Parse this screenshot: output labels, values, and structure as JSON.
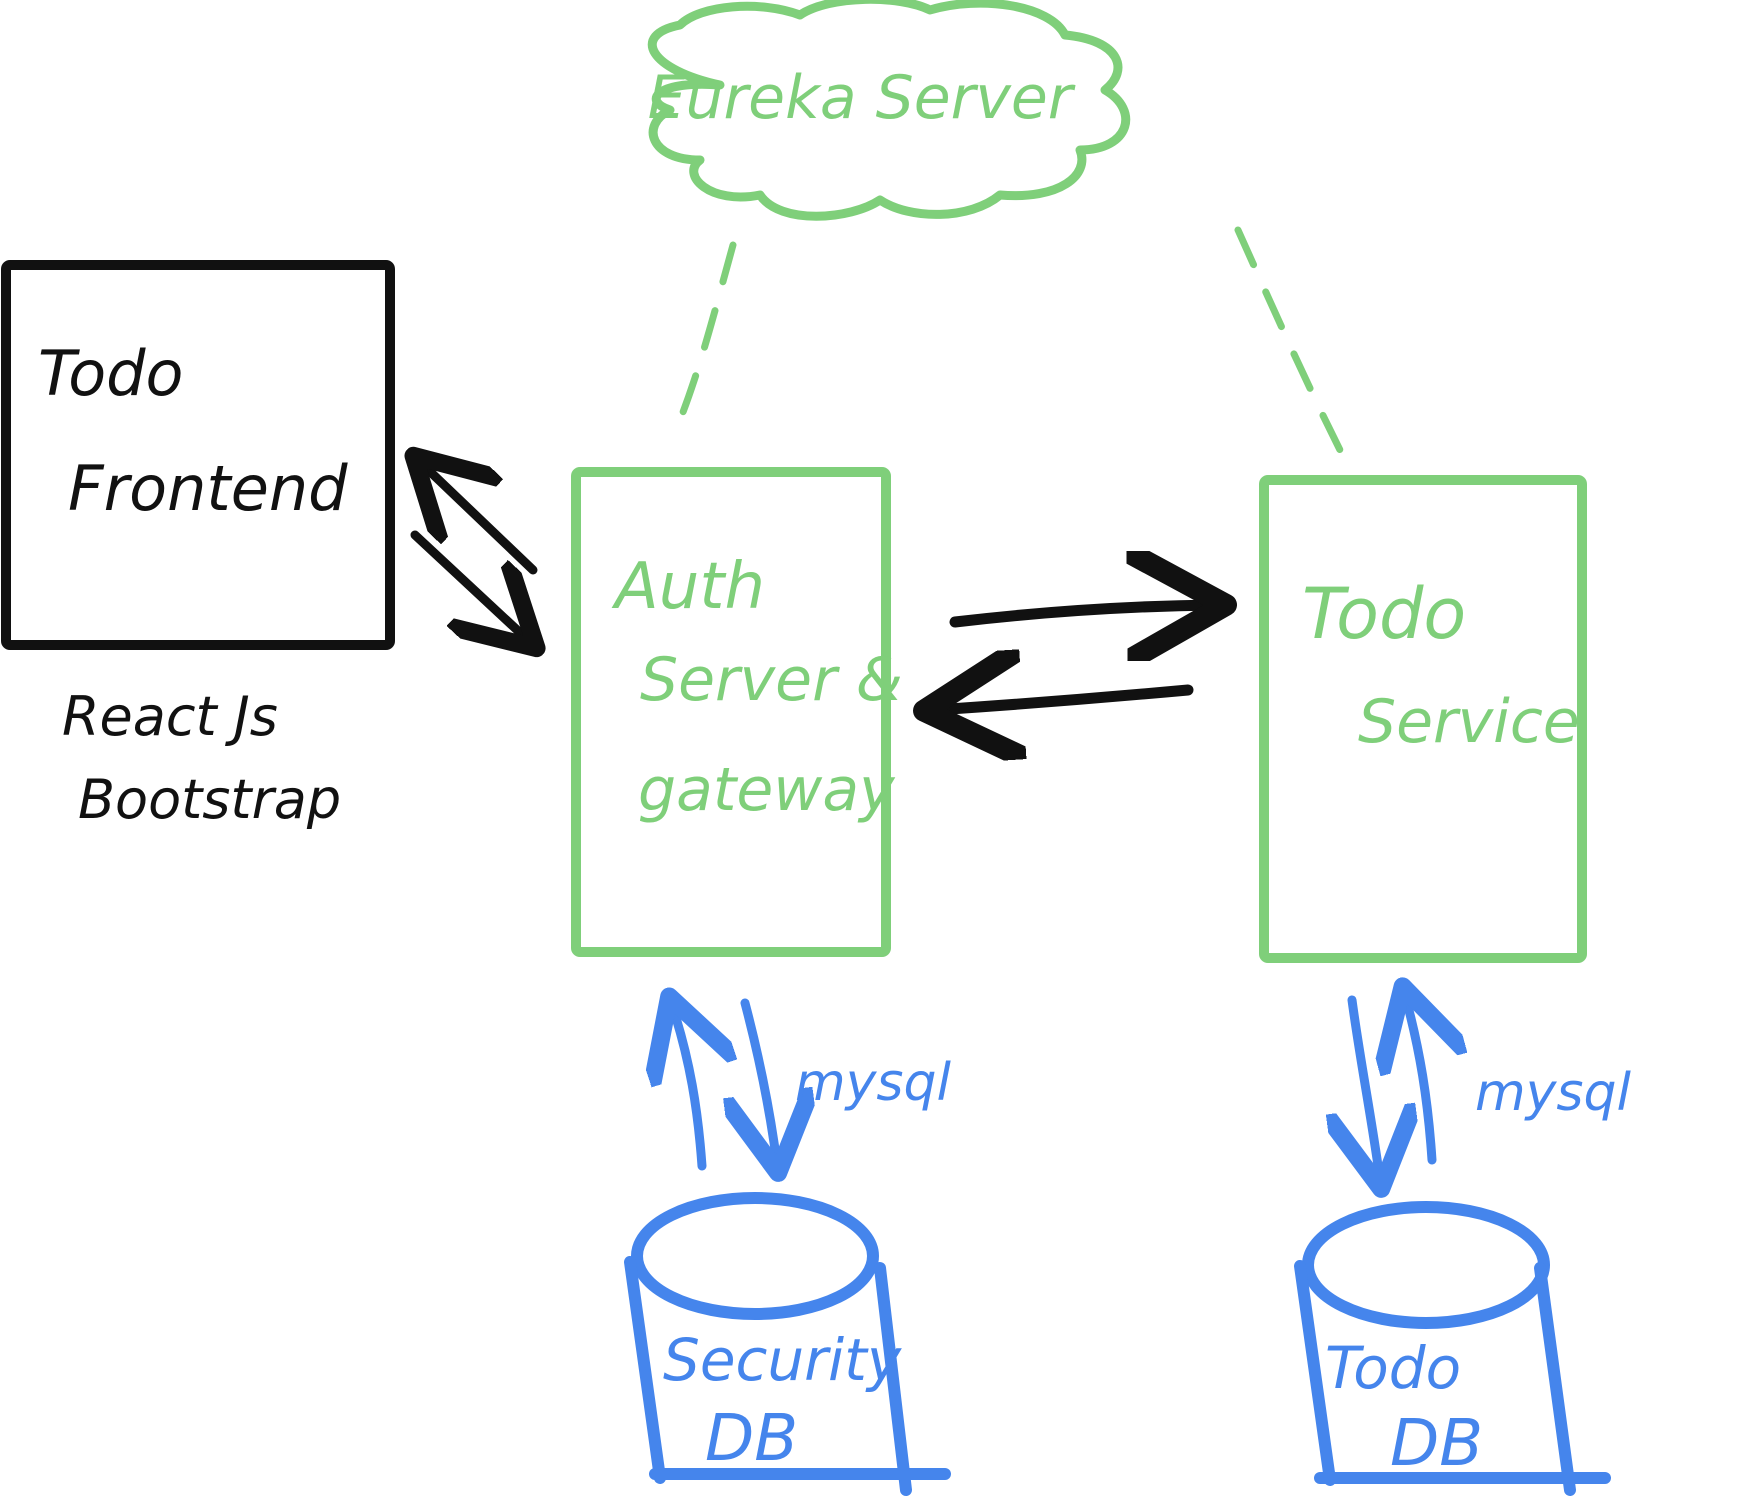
{
  "colors": {
    "ink": "#111111",
    "green": "#7fcf7a",
    "blue": "#4585ec"
  },
  "eureka": {
    "label": "Eureka Server"
  },
  "frontend": {
    "line1": "Todo",
    "line2": "Frontend",
    "tech_line1": "React Js",
    "tech_line2": "Bootstrap"
  },
  "auth_gateway": {
    "line1": "Auth",
    "line2": "Server &",
    "line3": "gateway"
  },
  "todo_service": {
    "line1": "Todo",
    "line2": "Service"
  },
  "security_db": {
    "line1": "Security",
    "line2": "DB",
    "link_label": "mysql"
  },
  "todo_db": {
    "line1": "Todo",
    "line2": "DB",
    "link_label": "mysql"
  }
}
